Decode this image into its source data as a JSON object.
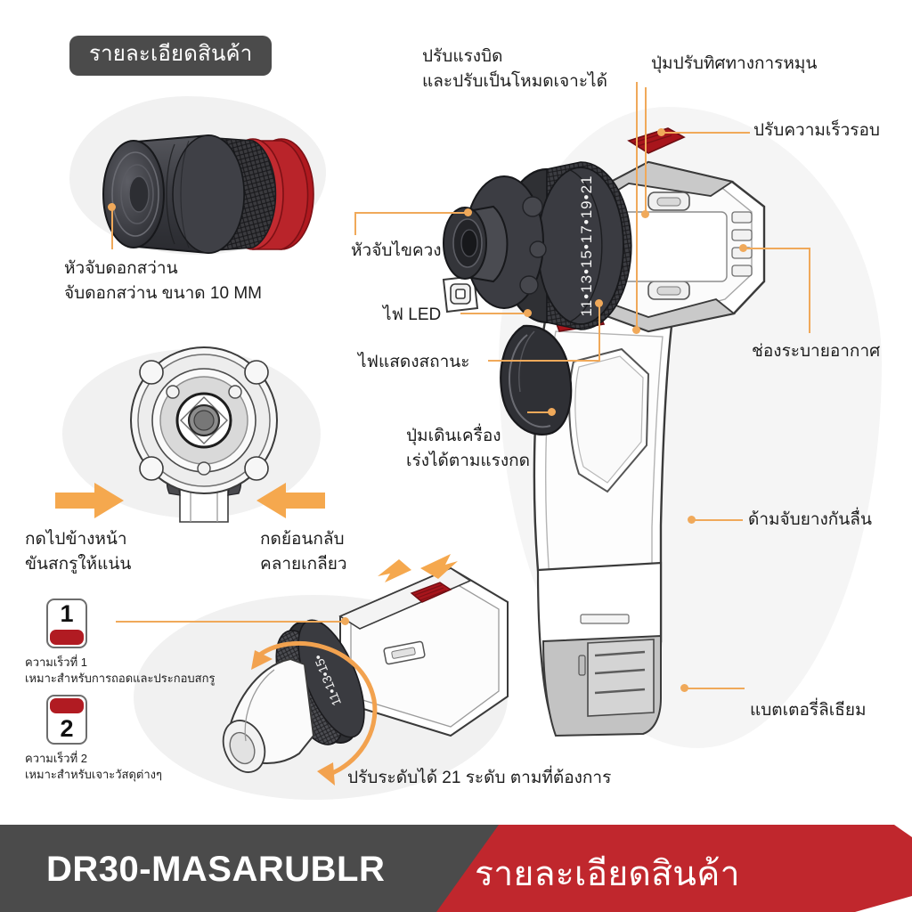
{
  "page": {
    "background": "#ffffff",
    "accent_line_color": "#f0a95a",
    "brand_red": "#b11b22",
    "dark_gray": "#4b4b4b"
  },
  "header": {
    "pill_label": "รายละเอียดสินค้า"
  },
  "callouts": {
    "chuck_title": "หัวจับดอกสว่าน",
    "chuck_sub": "จับดอกสว่าน ขนาด 10 MM",
    "torque_line1": "ปรับแรงบิด",
    "torque_line2": "และปรับเป็นโหมดเจาะได้",
    "direction_switch": "ปุ่มปรับทิศทางการหมุน",
    "speed_adjust": "ปรับความเร็วรอบ",
    "bit_holder": "หัวจับไขควง",
    "led_light": "ไฟ LED",
    "status_light": "ไฟแสดงสถานะ",
    "trigger_line1": "ปุ่มเดินเครื่อง",
    "trigger_line2": "เร่งได้ตามแรงกด",
    "vent": "ช่องระบายอากาศ",
    "grip": "ด้ามจับยางกันลื่น",
    "battery": "แบตเตอรี่ลิเธียม",
    "push_forward_line1": "กดไปข้างหน้า",
    "push_forward_line2": "ขันสกรูให้แน่น",
    "push_back_line1": "กดย้อนกลับ",
    "push_back_line2": "คลายเกลียว",
    "levels": "ปรับระดับได้ 21 ระดับ ตามที่ต้องการ"
  },
  "speed_badges": [
    {
      "number": "1",
      "title": "ความเร็วที่ 1",
      "desc": "เหมาะสำหรับการถอดและประกอบสกรู"
    },
    {
      "number": "2",
      "title": "ความเร็วที่ 2",
      "desc": "เหมาะสำหรับเจาะวัสดุต่างๆ"
    }
  ],
  "torque_ring": {
    "markings": "11•13•15•17•19•21",
    "markings_small": "11•13•15•"
  },
  "footer": {
    "sku": "DR30-MASARUBLR",
    "title": "รายละเอียดสินค้า"
  }
}
